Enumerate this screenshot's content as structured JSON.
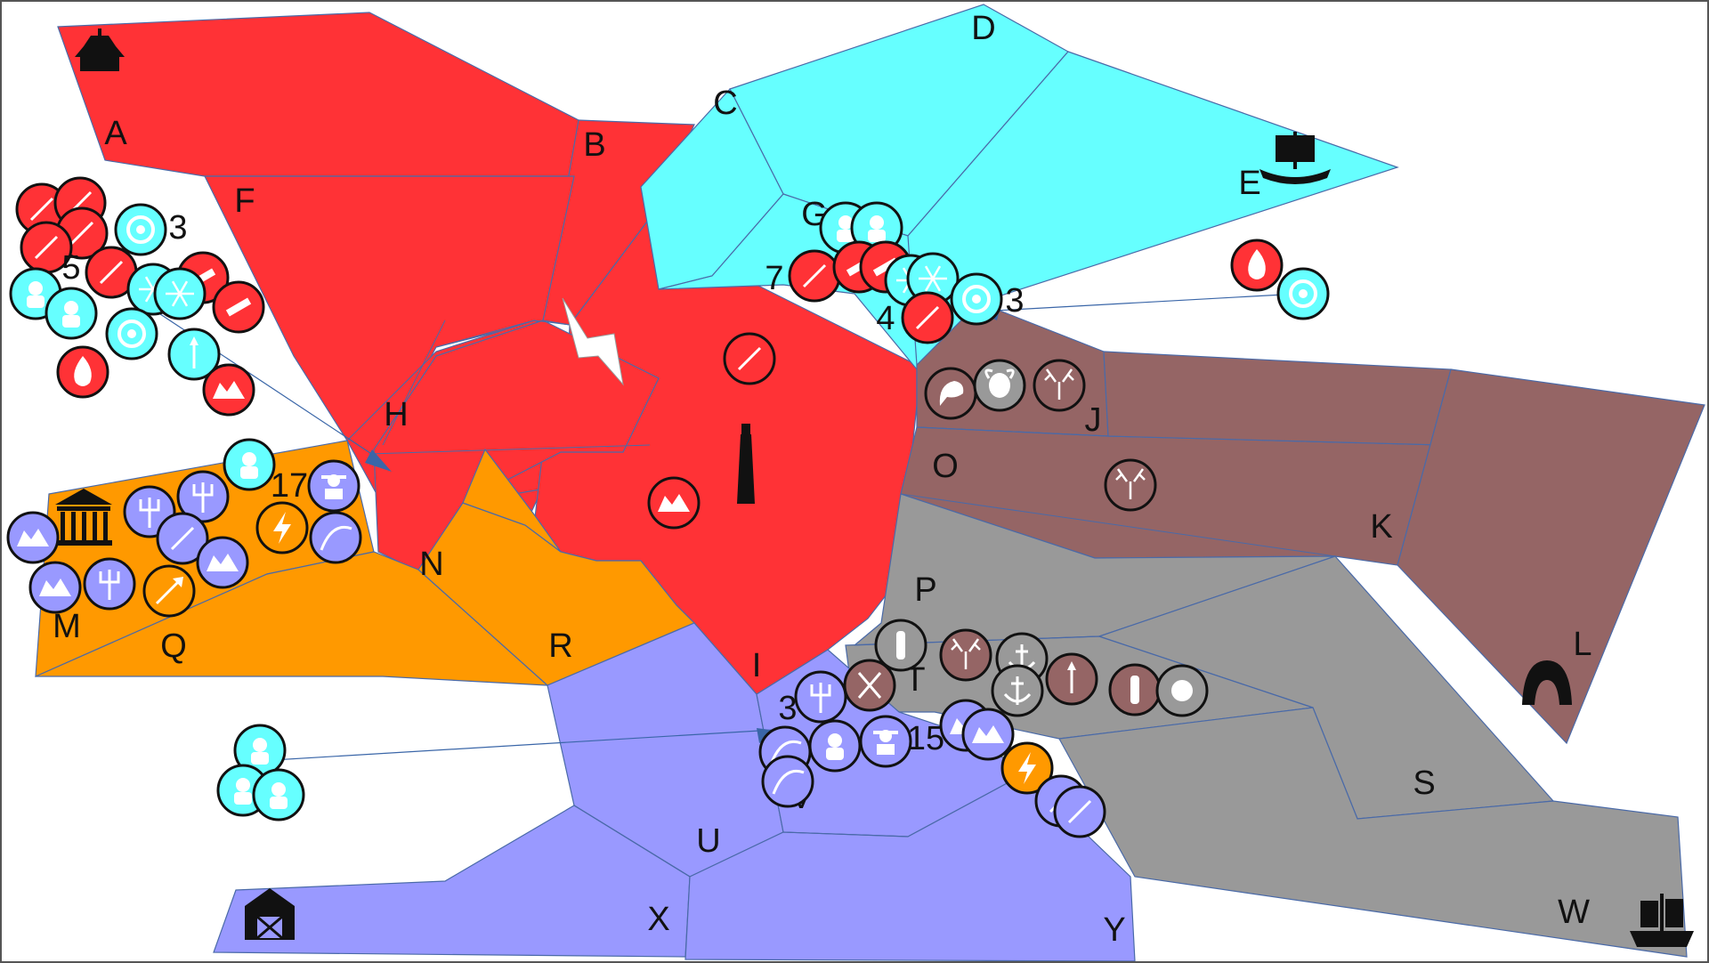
{
  "colors": {
    "red": "#ff3236",
    "cyan": "#66ffff",
    "brown": "#956565",
    "grey": "#999999",
    "orange": "#ff9900",
    "lavender": "#9999ff",
    "border": "#4a6aa8",
    "arrow": "#3a66a8"
  },
  "territory_labels": [
    "A",
    "B",
    "C",
    "D",
    "E",
    "F",
    "G",
    "H",
    "I",
    "J",
    "K",
    "L",
    "M",
    "N",
    "O",
    "P",
    "Q",
    "R",
    "S",
    "T",
    "U",
    "V",
    "W",
    "X",
    "Y"
  ],
  "count_labels": {
    "f_red": "5",
    "f_cyan": "3",
    "g_red": "7",
    "g_red2": "4",
    "e_cyan": "3",
    "h_orange": "17",
    "i_blue": "3",
    "v_blue": "15"
  },
  "landmark_icons": [
    "pagoda-icon",
    "viking-ship-icon",
    "temple-icon",
    "lighthouse-icon",
    "cave-icon",
    "barn-icon",
    "pirate-ship-icon",
    "white-bird-marker"
  ],
  "unit_icons": [
    "sword",
    "spear",
    "snowflake",
    "ice-orb",
    "shield",
    "frost-giant",
    "rocket",
    "fire",
    "trident",
    "lightning",
    "cavalry",
    "dwarf",
    "hunter",
    "scythe",
    "shovel",
    "deer-skull",
    "buffalo",
    "lizard",
    "anchor",
    "axes",
    "knife",
    "war-drum",
    "barbarian",
    "siege"
  ]
}
